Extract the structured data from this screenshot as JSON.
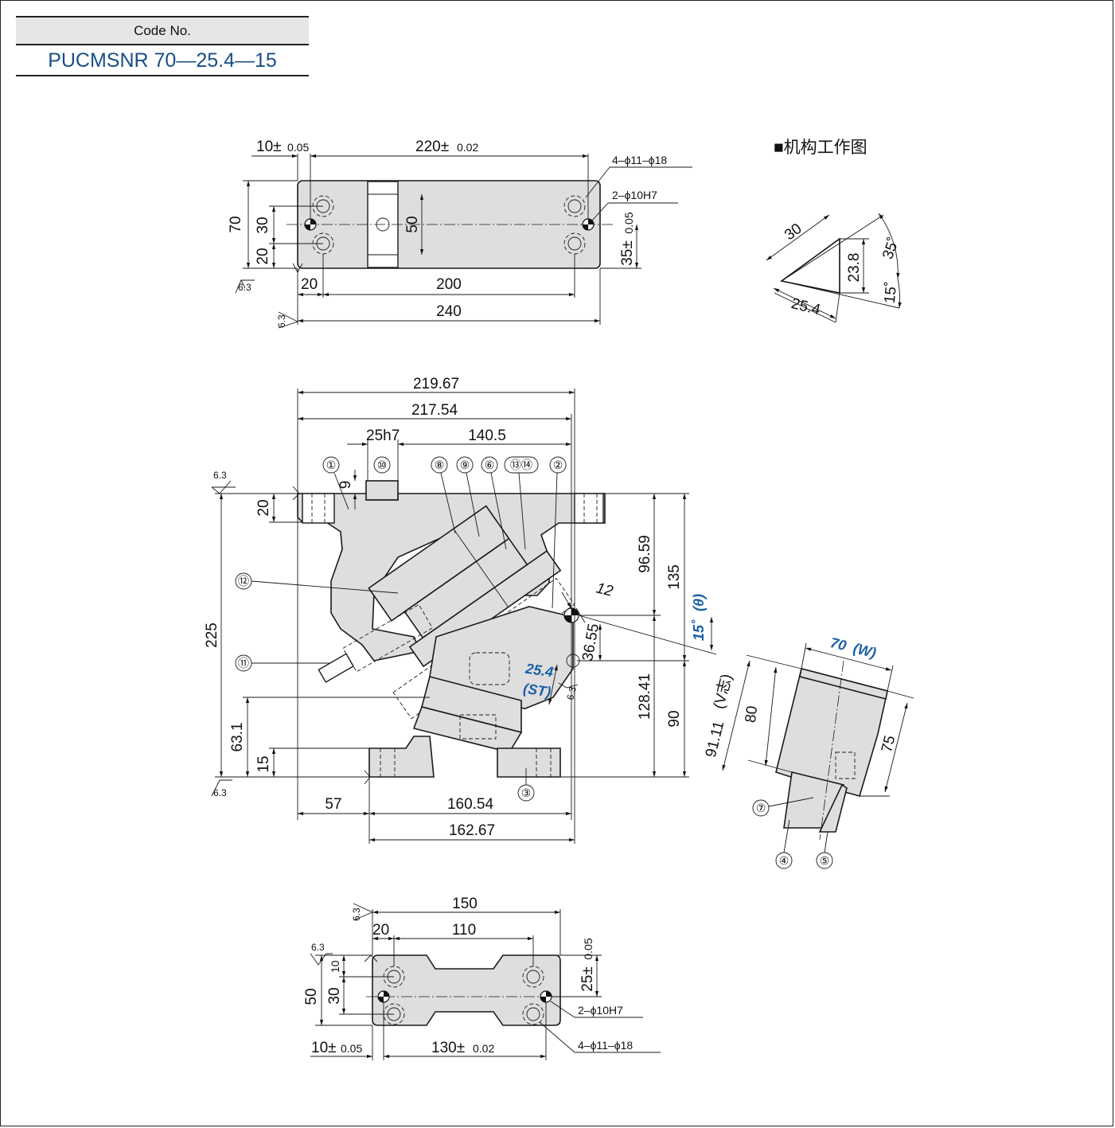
{
  "code": {
    "label": "Code No.",
    "value": "PUCMSNR 70—25.4—15"
  },
  "mechanism": {
    "title": "■机构工作图",
    "d30": "30",
    "d23_8": "23.8",
    "d35": "35˚",
    "d15": "15˚",
    "d25_4": "25.4"
  },
  "top_view": {
    "d10": "10±",
    "d10_tol": "0.05",
    "d220": "220±",
    "d220_tol": "0.02",
    "holes": "4–ϕ11–ϕ18",
    "pins": "2–ϕ10H7",
    "d70": "70",
    "d30": "30",
    "d20": "20",
    "d50": "50",
    "d35": "35±",
    "d35_tol": "0.05",
    "d20b": "20",
    "d200": "200",
    "d240": "240",
    "rough": "6.3"
  },
  "front_view": {
    "d219": "219.67",
    "d217": "217.54",
    "d25h7": "25h7",
    "d140": "140.5",
    "d9": "9",
    "d20": "20",
    "d225": "225",
    "d63": "63.1",
    "d15": "15",
    "d57": "57",
    "d160": "160.54",
    "d162": "162.67",
    "d96": "96.59",
    "d135": "135",
    "d128": "128.41",
    "d90": "90",
    "d12": "12",
    "d36": "36.55",
    "angle": "15˚",
    "angle_sym": "(θ)",
    "st_val": "25.4",
    "st_sym": "(ST)",
    "rough": "6.3",
    "balloons": [
      "①",
      "⑩",
      "⑧",
      "⑨",
      "⑥",
      "⑬⑭",
      "②",
      "⑫",
      "⑪",
      "③"
    ]
  },
  "side_view": {
    "w": "70",
    "w_sym": "(W)",
    "d80": "80",
    "d91": "91.11",
    "d91_sym": "(V志)",
    "d75": "75",
    "balloons": [
      "⑦",
      "④",
      "⑤"
    ]
  },
  "bottom_view": {
    "d150": "150",
    "d20": "20",
    "d110": "110",
    "d25": "25±",
    "d25_tol": "0.05",
    "d50": "50",
    "d10v": "10",
    "d30": "30",
    "pins": "2–ϕ10H7",
    "holes": "4–ϕ11–ϕ18",
    "d10": "10±",
    "d10_tol": "0.05",
    "d130": "130±",
    "d130_tol": "0.02",
    "rough": "6.3"
  }
}
